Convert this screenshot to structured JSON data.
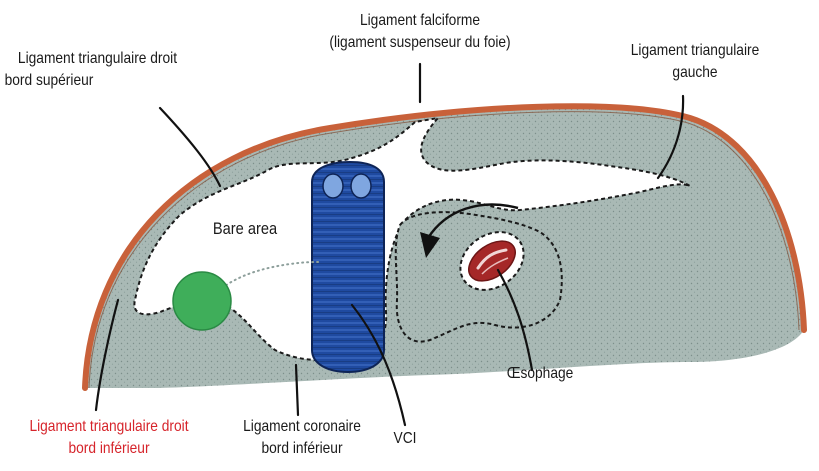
{
  "colors": {
    "capsule": "#c8613a",
    "liver_fill": "#a9b9b5",
    "bare_area": "#ffffff",
    "ivc": "#1f4aa0",
    "green_marker": "#3fae5a",
    "esophagus": "#a52828",
    "highlight_text": "#d6242b",
    "text": "#1a1a1a"
  },
  "labels": {
    "falciform": {
      "line1": "Ligament falciforme",
      "line2": "(ligament suspenseur du foie)"
    },
    "triangular_right_superior": {
      "line1": "Ligament triangulaire droit",
      "line2": "bord supérieur"
    },
    "triangular_left": {
      "line1": "Ligament triangulaire",
      "line2": "gauche"
    },
    "bare_area": "Bare area",
    "esophagus": "Œsophage",
    "triangular_right_inferior": {
      "line1": "Ligament triangulaire droit",
      "line2": "bord inférieur"
    },
    "coronary_inferior": {
      "line1": "Ligament coronaire",
      "line2": "bord inférieur"
    },
    "ivc": "VCI"
  },
  "icons": {
    "arrow": "curved-arrow-icon"
  }
}
